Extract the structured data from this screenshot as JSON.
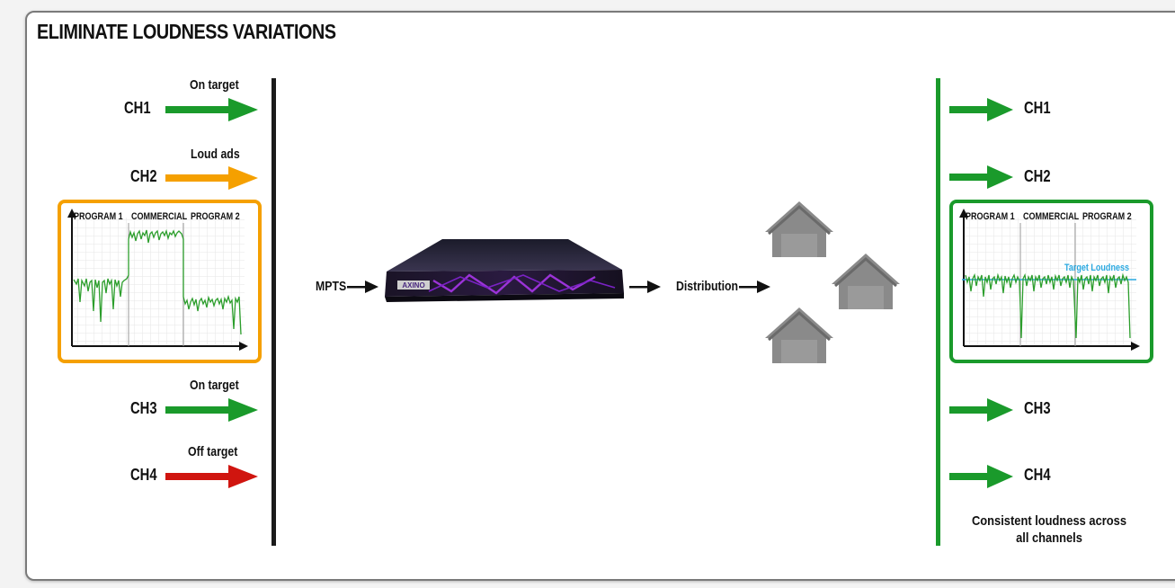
{
  "title": "ELIMINATE LOUDNESS VARIATIONS",
  "colors": {
    "green": "#1a9a2b",
    "orange": "#f5a000",
    "red": "#d0150f",
    "grey_house": "#808080",
    "target_line": "#29a8e0"
  },
  "inputs": [
    {
      "channel": "CH1",
      "status": "On target",
      "color": "green"
    },
    {
      "channel": "CH2",
      "status": "Loud ads",
      "color": "orange"
    },
    {
      "channel": "CH3",
      "status": "On target",
      "color": "green"
    },
    {
      "channel": "CH4",
      "status": "Off target",
      "color": "red"
    }
  ],
  "outputs": [
    {
      "channel": "CH1"
    },
    {
      "channel": "CH2"
    },
    {
      "channel": "CH3"
    },
    {
      "channel": "CH4"
    }
  ],
  "input_graph": {
    "segments": [
      "PROGRAM 1",
      "COMMERCIAL",
      "PROGRAM 2"
    ]
  },
  "output_graph": {
    "segments": [
      "PROGRAM 1",
      "COMMERCIAL",
      "PROGRAM 2"
    ],
    "target_label": "Target Loudness"
  },
  "flow": {
    "input_label": "MPTS",
    "device_brand": "AXINO",
    "output_label": "Distribution"
  },
  "caption": "Consistent loudness across all channels"
}
